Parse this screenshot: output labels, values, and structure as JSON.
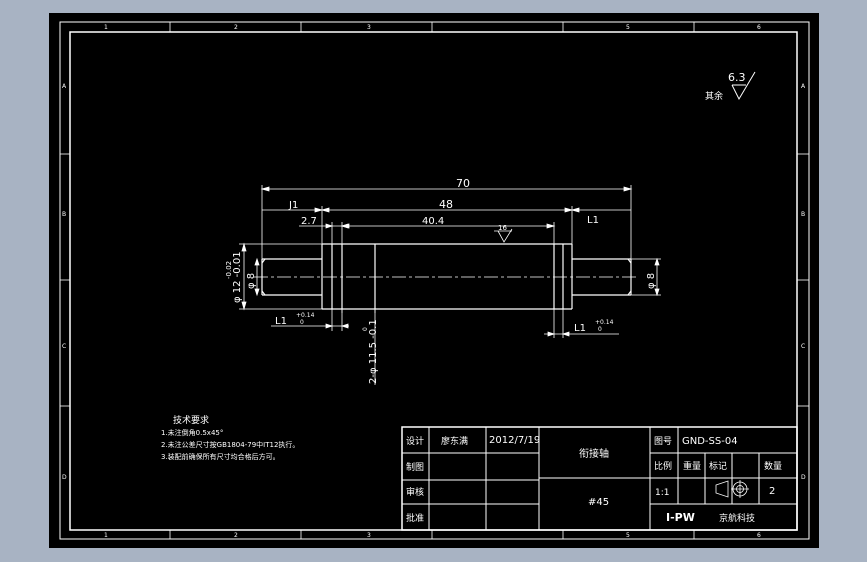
{
  "colors": {
    "background": "#a8b3c3",
    "sheet": "#000000",
    "lines": "#ffffff"
  },
  "zones": {
    "columns": [
      "1",
      "2",
      "3",
      "5",
      "6",
      "1",
      "2",
      "3",
      "5",
      "6"
    ],
    "rows": [
      "A",
      "B",
      "C",
      "D",
      "A",
      "B",
      "C",
      "D"
    ]
  },
  "roughness": {
    "label": "其余",
    "value": "6.3"
  },
  "dims": {
    "overall": "70",
    "middle": "48",
    "left_step": "J1",
    "right_step": "L1",
    "shoulder": "2.7",
    "groove_span": "40.4",
    "surface_mark": "16",
    "dia_left": "φ 12 -0.01",
    "dia_left_tol": "-0.02",
    "dia_left_inner": "φ 8",
    "dia_right": "φ 8",
    "left_tol_label": "L1",
    "left_tol_upper": "+0.14",
    "left_tol_lower": "0",
    "right_tol_label": "L1",
    "right_tol_upper": "+0.14",
    "right_tol_lower": "0",
    "groove_dia": "2-φ 11.5 -0.1",
    "groove_tol": "0"
  },
  "notes": {
    "title": "技术要求",
    "lines": [
      "1.未注倒角0.5x45°",
      "2.未注公差尺寸按GB1804-79中IT12执行。",
      "3.装配前确保所有尺寸均合格后方可。"
    ]
  },
  "titleblock": {
    "r1_label": "设计",
    "designer": "廖东满",
    "date": "2012/7/19",
    "part_name": "衔接轴",
    "drawing_no_label": "图号",
    "drawing_no": "GND-SS-04",
    "r2_label": "制图",
    "scale_label": "比例",
    "weight_label": "重量",
    "mark_label": "标记",
    "qty_label": "数量",
    "r3_label": "审核",
    "material": "#45",
    "scale_value": "1:1",
    "qty_value": "2",
    "r4_label": "批准",
    "company_logo": "I-PW",
    "company": "京航科技"
  }
}
